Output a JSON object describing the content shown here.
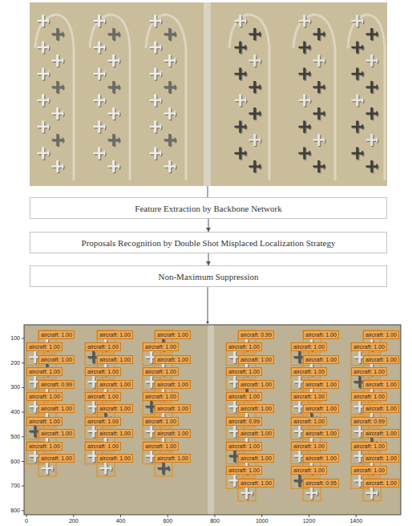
{
  "diagram": {
    "nodes": [
      {
        "text": [
          "Feature Extraction by Backbone Network"
        ]
      },
      {
        "text": [
          "Proposals Recognition by Double Shot Misplaced Localization Strategy"
        ]
      },
      {
        "text": [
          "Non-Maximum Suppression"
        ]
      }
    ],
    "edges": [
      {
        "from": 0,
        "to": 1,
        "arrow": "to"
      },
      {
        "from": 1,
        "to": 2,
        "arrow": "to"
      }
    ],
    "labels": [
      "aircraft: 1.00",
      "aircraft: 1.00",
      "aircraft: 1.00",
      "aircraft: 1.00",
      "aircraft: 0.99",
      "aircraft: 1.00",
      "aircraft: 1.00",
      "aircraft: 1.00",
      "aircraft: 1.00",
      "aircraft: 1.00",
      "aircraft: 1.00",
      "aircraft: 1.00",
      "aircraft: 1.00",
      "aircraft: 1.00",
      "aircraft: 1.00",
      "aircraft: 1.00",
      "aircraft: 1.00",
      "aircraft: 1.00",
      "aircraft: 1.00",
      "aircraft: 1.00",
      "aircraft: 1.00",
      "aircraft: 1.00",
      "aircraft: 1.00",
      "aircraft: 1.00",
      "aircraft: 1.00",
      "aircraft: 1.00",
      "aircraft: 1.00",
      "aircraft: 1.00",
      "aircraft: 1.00",
      "aircraft: 1.00",
      "aircraft: 1.00",
      "aircraft: 1.00",
      "aircraft: 1.00",
      "aircraft: 0.99",
      "aircraft: 1.00",
      "aircraft: 1.00",
      "aircraft: 1.00",
      "aircraft: 1.00",
      "aircraft: 1.00",
      "aircraft: 1.00",
      "aircraft: 0.99",
      "aircraft: 1.00",
      "aircraft: 1.00",
      "aircraft: 1.00",
      "aircraft: 1.00",
      "aircraft: 1.00",
      "aircraft: 1.00",
      "aircraft: 1.00",
      "aircraft: 1.00",
      "aircraft: 1.00",
      "aircraft: 1.00",
      "aircraft: 1.00",
      "aircraft: 1.00",
      "aircraft: 1.00",
      "aircraft: 1.00",
      "aircraft: 1.00",
      "aircraft: 1.00",
      "aircraft: 1.00",
      "aircraft: 0.95",
      "aircraft: 1.00",
      "aircraft: 1.00",
      "aircraft: 1.00",
      "aircraft: 1.00",
      "aircraft: 1.00",
      "aircraft: 1.00",
      "aircraft: 1.00",
      "aircraft: 0.99",
      "aircraft: 1.00",
      "aircraft: 1.00",
      "aircraft: 1.00",
      "aircraft: 1.00",
      "aircraft: 1.00",
      "100",
      "200",
      "300",
      "400",
      "500",
      "600",
      "700",
      "800",
      "0",
      "200",
      "400",
      "600",
      "800",
      "1000",
      "1200",
      "1400"
    ]
  }
}
